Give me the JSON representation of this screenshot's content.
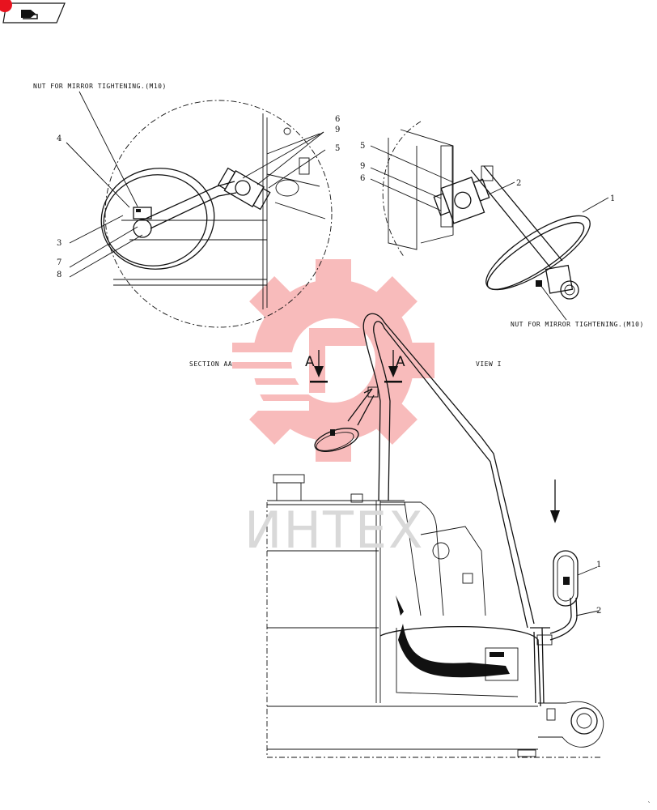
{
  "header": {
    "nav_icon": "return-arrow-icon",
    "badge_color": "#e8131f"
  },
  "annotations": {
    "nut_note_left": "NUT FOR MIRROR TIGHTENING.(M10)",
    "nut_note_right": "NUT FOR MIRROR TIGHTENING.(M10)",
    "section_caption": "SECTION AA",
    "view_caption": "VIEW I",
    "section_arrow_left": "A",
    "section_arrow_right": "A"
  },
  "callouts": {
    "section_aa": [
      "4",
      "3",
      "7",
      "8",
      "6",
      "9",
      "5"
    ],
    "view_i": [
      "5",
      "9",
      "6",
      "2",
      "1"
    ],
    "main": [
      "1",
      "2"
    ]
  },
  "watermark": {
    "text": "ИНТЕХ",
    "color": "#f06a6a"
  }
}
